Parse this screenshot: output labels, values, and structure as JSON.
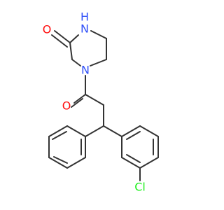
{
  "molecule": {
    "atoms": {
      "carbonyl_o_ring": {
        "label": "O",
        "color": "#ff0d0d"
      },
      "amide_nh": {
        "label": "N",
        "sub": "H",
        "color": "#3050f8"
      },
      "amine_n": {
        "label": "N",
        "color": "#3050f8"
      },
      "ketone_o": {
        "label": "O",
        "color": "#ff0d0d"
      },
      "chlorine": {
        "label": "Cl",
        "color": "#1ff01f"
      }
    },
    "bond_color": "#333333"
  }
}
